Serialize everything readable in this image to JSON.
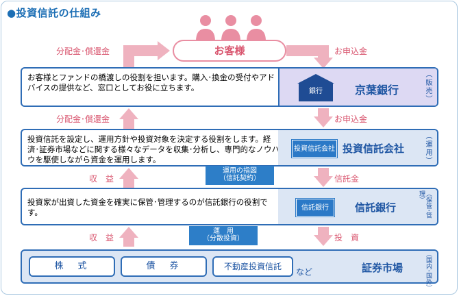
{
  "title": "●投資信託の仕組み",
  "customer": "お客様",
  "labels": {
    "distribution_top": "分配金･償還金",
    "application_top": "お申込金",
    "distribution_mid": "分配金･償還金",
    "application_mid": "お申込金",
    "income1": "収　益",
    "trust_money": "信託金",
    "income2": "収　益",
    "investment": "投　資"
  },
  "bank": {
    "desc": "お客様とファンドの橋渡しの役割を担います。購入･換金の受付やアドバイスの提供など、窓口としてお役に立ちます。",
    "badge": "銀行",
    "name": "京葉銀行",
    "role": "（販売）"
  },
  "asset_mgmt": {
    "desc": "投資信託を設定し、運用方針や投資対象を決定する役割をします。経済･証券市場などに関する様々なデータを収集･分析し、専門的なノウハウを駆使しながら資金を運用します。",
    "badge": "投資信託会社",
    "name": "投資信託会社",
    "role": "（運用）"
  },
  "ribbon1": {
    "line1": "運用の指図",
    "line2": "（信託契約）"
  },
  "trust_bank": {
    "desc": "投資家が出資した資金を確実に保管･管理するのが信託銀行の役割です。",
    "badge": "信託銀行",
    "name": "信託銀行",
    "role": "（保管･管理）"
  },
  "ribbon2": {
    "line1": "運　用",
    "line2": "（分散投資）"
  },
  "market": {
    "items": [
      "株　式",
      "債　券",
      "不動産投資信託"
    ],
    "etc": "など",
    "name": "証券市場",
    "role": "（国内･国外）"
  },
  "colors": {
    "blue": "#2f6db6",
    "pink": "#d9566f",
    "arrow": "#efb2bf"
  }
}
